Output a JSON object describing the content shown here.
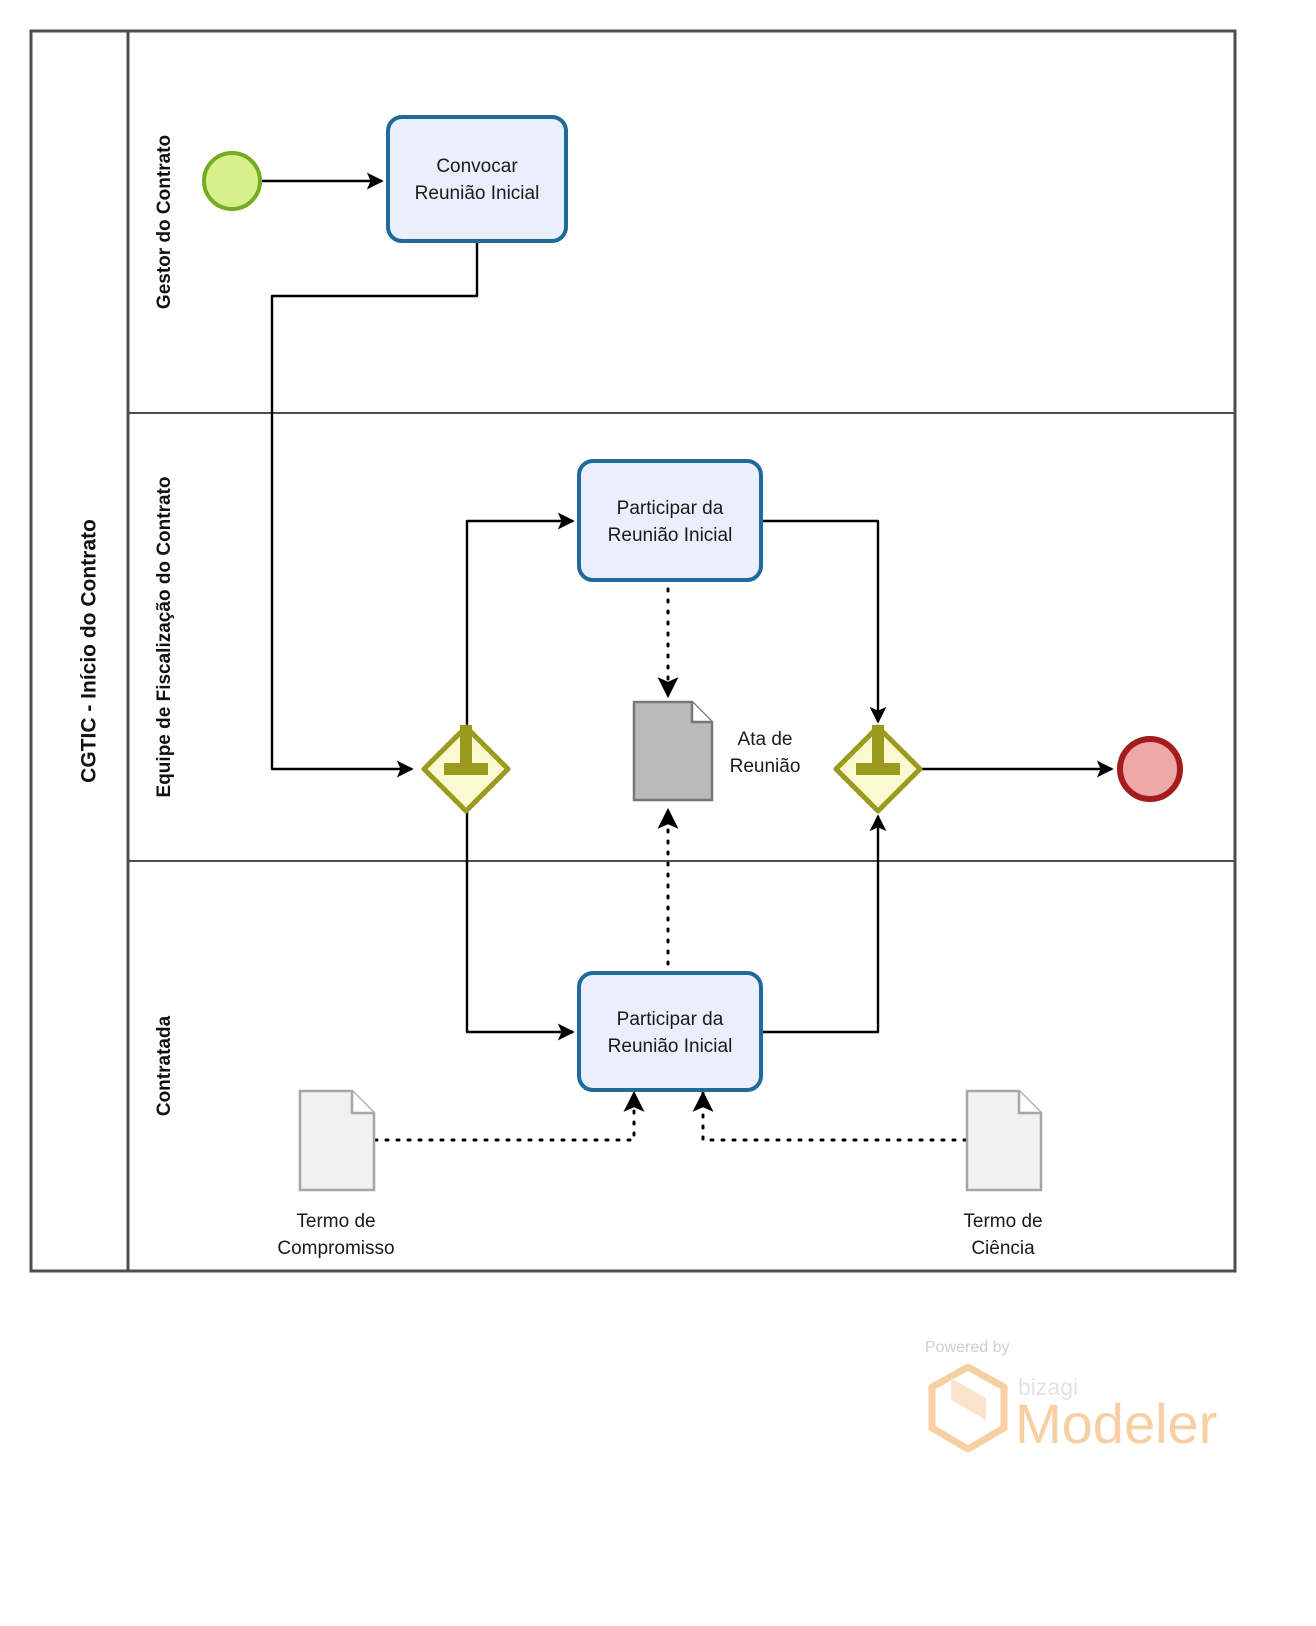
{
  "diagram": {
    "type": "bpmn-collaboration",
    "pool": {
      "name": "CGTIC - Início do Contrato"
    },
    "lanes": [
      {
        "id": "lane-gestor",
        "name": "Gestor do Contrato"
      },
      {
        "id": "lane-equipe",
        "name": "Equipe de Fiscalização do Contrato"
      },
      {
        "id": "lane-contratada",
        "name": "Contratada"
      }
    ],
    "events": [
      {
        "id": "start-event",
        "kind": "start",
        "lane": "lane-gestor",
        "label": "",
        "fill": "#d7f08a",
        "stroke": "#76ac21"
      },
      {
        "id": "end-event",
        "kind": "end",
        "lane": "lane-equipe",
        "label": "",
        "fill": "#efa8a8",
        "stroke": "#a41c1c"
      }
    ],
    "tasks": [
      {
        "id": "task-convocar",
        "lane": "lane-gestor",
        "label_line1": "Convocar",
        "label_line2": "Reunião Inicial",
        "fill": "#eaeffb",
        "stroke": "#1f6a9a"
      },
      {
        "id": "task-participar-equipe",
        "lane": "lane-equipe",
        "label_line1": "Participar da",
        "label_line2": "Reunião Inicial",
        "fill": "#eaeffb",
        "stroke": "#1f6a9a"
      },
      {
        "id": "task-participar-contratada",
        "lane": "lane-contratada",
        "label_line1": "Participar da",
        "label_line2": "Reunião Inicial",
        "fill": "#eaeffb",
        "stroke": "#1f6a9a"
      }
    ],
    "gateways": [
      {
        "id": "gateway-split",
        "kind": "parallel",
        "symbol": "+",
        "lane": "lane-equipe",
        "fill": "#fbfbd2",
        "stroke": "#9a9a1e"
      },
      {
        "id": "gateway-join",
        "kind": "parallel",
        "symbol": "+",
        "lane": "lane-equipe",
        "fill": "#fbfbd2",
        "stroke": "#9a9a1e"
      }
    ],
    "data_objects": [
      {
        "id": "doc-ata",
        "label_line1": "Ata de",
        "label_line2": "Reunião",
        "fill": "#bbbbbb",
        "stroke": "#777777",
        "label_position": "right"
      },
      {
        "id": "doc-termo-compromisso",
        "label_line1": "Termo de",
        "label_line2": "Compromisso",
        "fill": "#f1f1f1",
        "stroke": "#a6a6a6",
        "label_position": "below"
      },
      {
        "id": "doc-termo-ciencia",
        "label_line1": "Termo de",
        "label_line2": "Ciência",
        "fill": "#f1f1f1",
        "stroke": "#a6a6a6",
        "label_position": "below"
      }
    ],
    "flows": [
      {
        "id": "flow-start-to-convocar",
        "type": "sequence",
        "from": "start-event",
        "to": "task-convocar"
      },
      {
        "id": "flow-convocar-to-split",
        "type": "sequence",
        "from": "task-convocar",
        "to": "gateway-split"
      },
      {
        "id": "flow-split-to-participar-equipe",
        "type": "sequence",
        "from": "gateway-split",
        "to": "task-participar-equipe"
      },
      {
        "id": "flow-split-to-participar-contratada",
        "type": "sequence",
        "from": "gateway-split",
        "to": "task-participar-contratada"
      },
      {
        "id": "flow-participar-equipe-to-join",
        "type": "sequence",
        "from": "task-participar-equipe",
        "to": "gateway-join"
      },
      {
        "id": "flow-participar-contratada-to-join",
        "type": "sequence",
        "from": "task-participar-contratada",
        "to": "gateway-join"
      },
      {
        "id": "flow-join-to-end",
        "type": "sequence",
        "from": "gateway-join",
        "to": "end-event"
      },
      {
        "id": "assoc-equipe-to-ata",
        "type": "association",
        "from": "task-participar-equipe",
        "to": "doc-ata"
      },
      {
        "id": "assoc-contratada-to-ata",
        "type": "association",
        "from": "task-participar-contratada",
        "to": "doc-ata"
      },
      {
        "id": "assoc-compromisso-to-contratada",
        "type": "association",
        "from": "doc-termo-compromisso",
        "to": "task-participar-contratada"
      },
      {
        "id": "assoc-ciencia-to-contratada",
        "type": "association",
        "from": "doc-termo-ciencia",
        "to": "task-participar-contratada"
      }
    ]
  },
  "branding": {
    "powered_by": "Powered by",
    "bizagi": "bizagi",
    "modeler": "Modeler",
    "logo_color": "#f7cfa3"
  }
}
